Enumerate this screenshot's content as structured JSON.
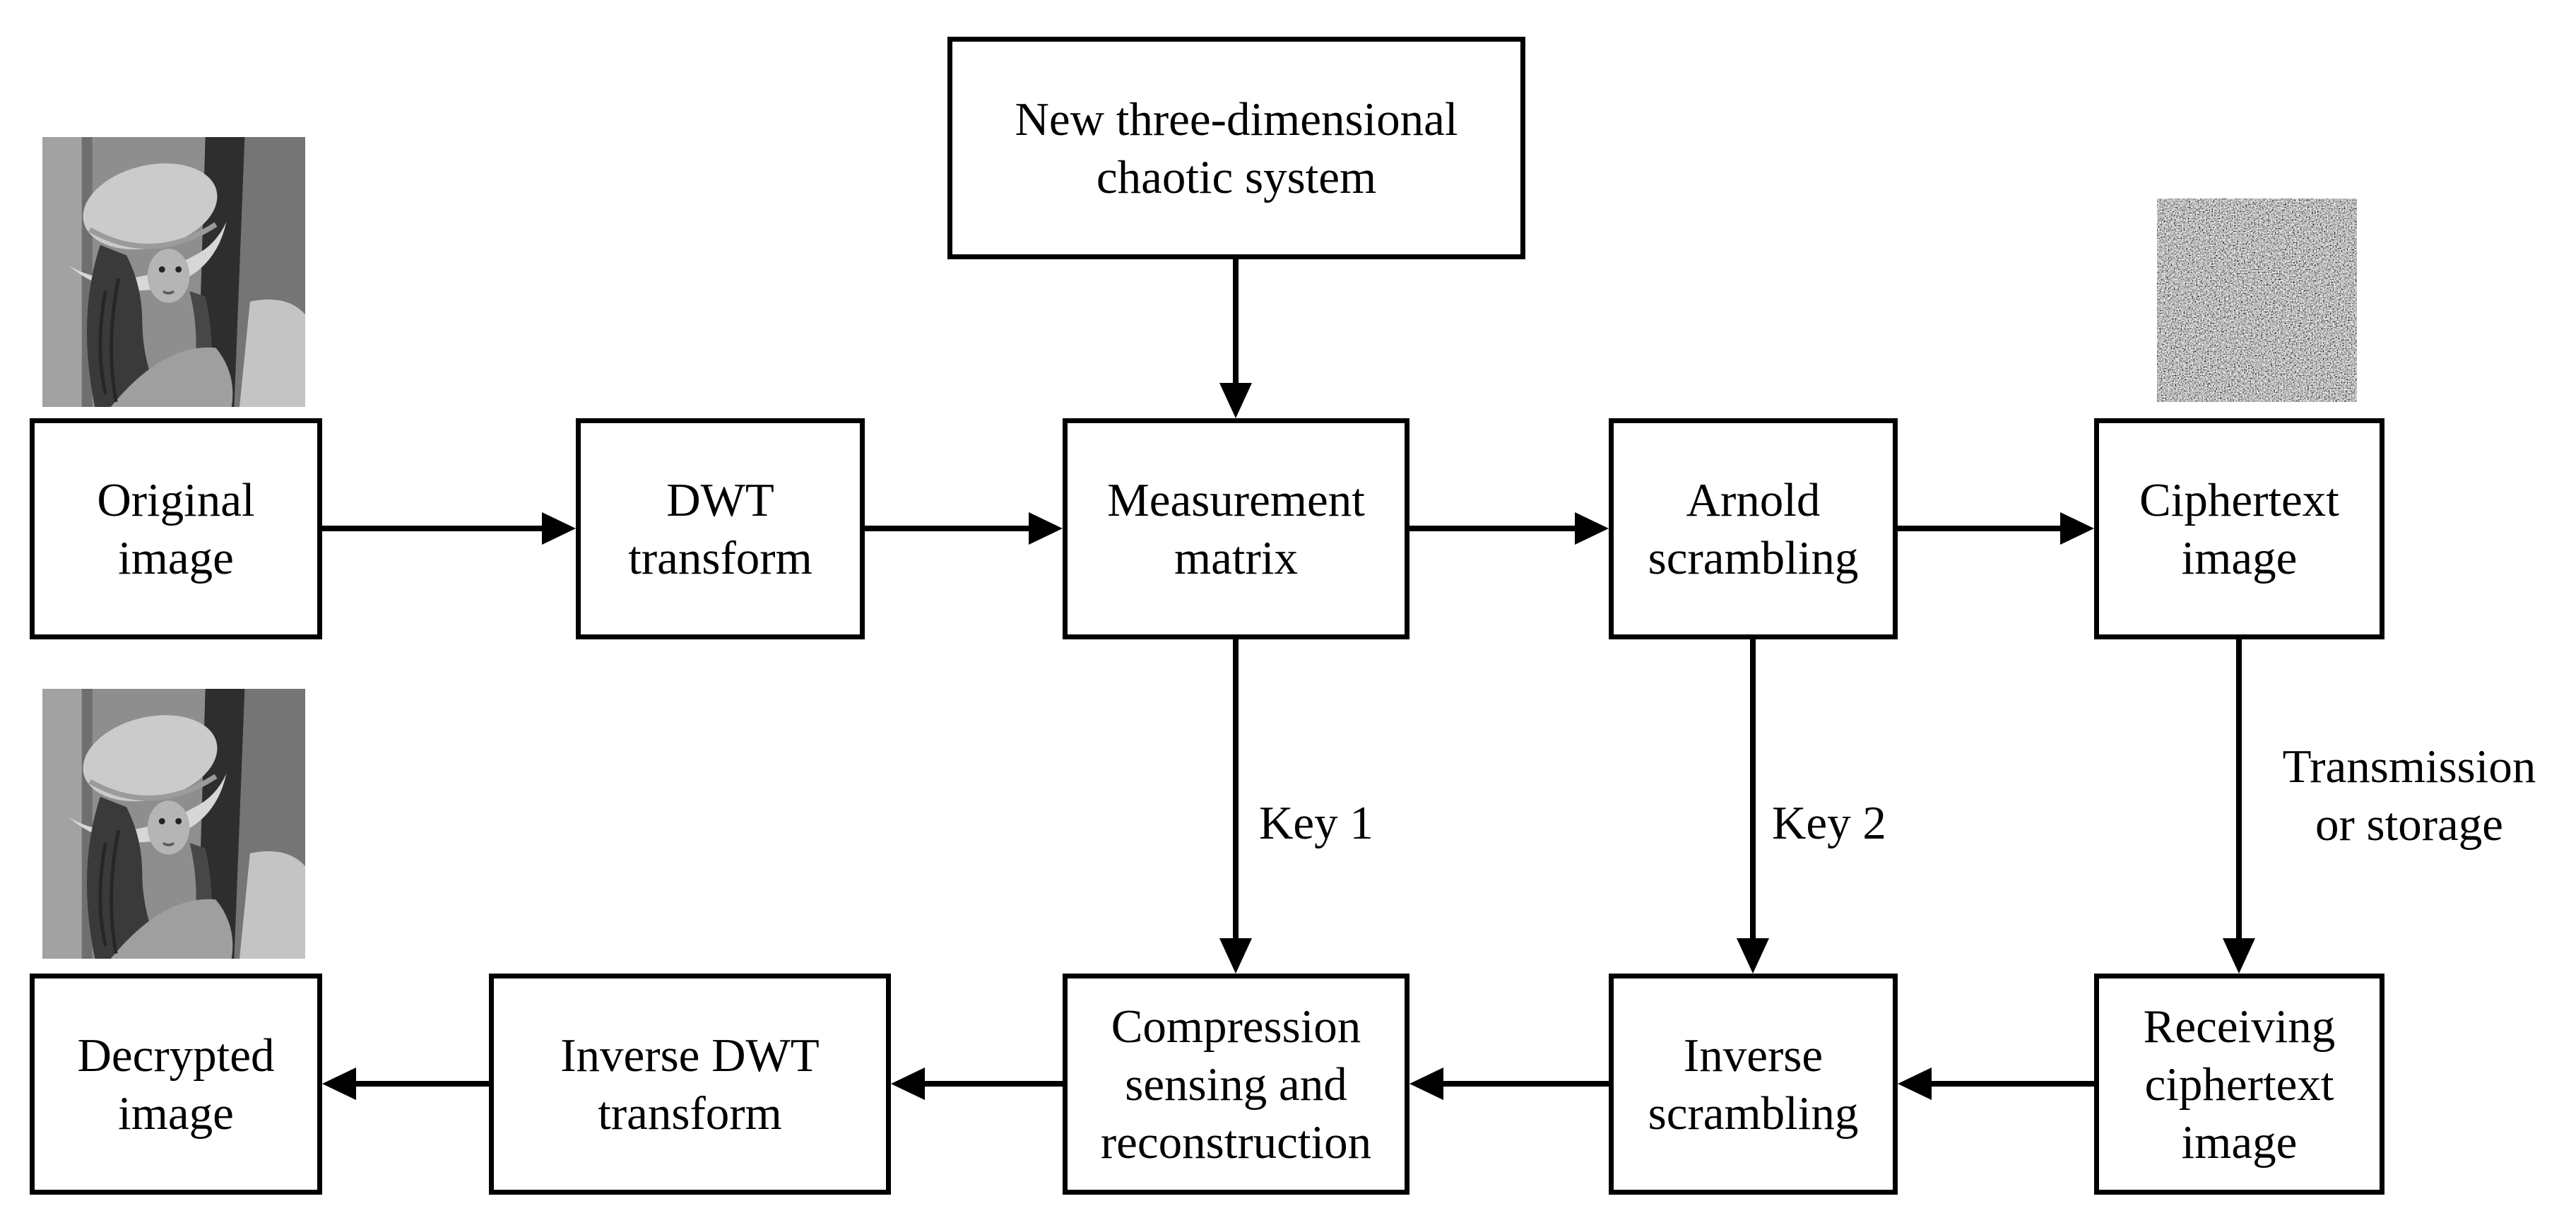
{
  "figure": {
    "description": "Flowchart of image compression-encryption scheme based on a new three-dimensional chaotic system",
    "colors": {
      "background": "#ffffff",
      "line": "#000000",
      "text": "#000000"
    }
  },
  "boxes": {
    "chaotic": {
      "line1": "New three-dimensional",
      "line2": "chaotic system"
    },
    "original": {
      "line1": "Original",
      "line2": "image"
    },
    "dwt": {
      "line1": "DWT",
      "line2": "transform"
    },
    "measurement": {
      "line1": "Measurement",
      "line2": "matrix"
    },
    "arnold": {
      "line1": "Arnold",
      "line2": "scrambling"
    },
    "ciphertext": {
      "line1": "Ciphertext",
      "line2": "image"
    },
    "decrypted": {
      "line1": "Decrypted",
      "line2": "image"
    },
    "inverse_dwt": {
      "line1": "Inverse DWT",
      "line2": "transform"
    },
    "compression": {
      "line1": "Compression",
      "line2": "sensing and",
      "line3": "reconstruction"
    },
    "inverse_scrambling": {
      "line1": "Inverse",
      "line2": "scrambling"
    },
    "receiving": {
      "line1": "Receiving",
      "line2": "ciphertext",
      "line3": "image"
    }
  },
  "labels": {
    "key1": "Key 1",
    "key2": "Key 2",
    "transmission_line1": "Transmission",
    "transmission_line2": "or storage"
  },
  "images": {
    "original_photo": "lena-grayscale-portrait",
    "decrypted_photo": "lena-grayscale-portrait",
    "cipher_photo": "random-noise-square"
  }
}
